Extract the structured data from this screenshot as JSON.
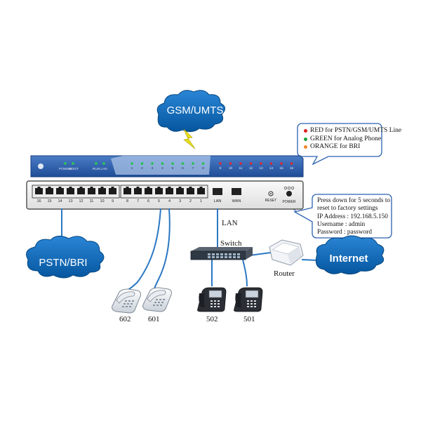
{
  "clouds": {
    "gsm": "GSM/UMTS",
    "pstn": "PSTN/BRI",
    "internet": "Internet"
  },
  "legend": [
    {
      "color": "#e02020",
      "text": "RED for PSTN/GSM/UMTS Line"
    },
    {
      "color": "#18a43a",
      "text": "GREEN for Analog Phone"
    },
    {
      "color": "#ef8a2a",
      "text": "ORANGE for BRI"
    }
  ],
  "reset_info": [
    "Press down for 5 seconds to",
    "reset to factory settings",
    "IP Address : 192.168.5.150",
    "Username : admin",
    "Password : password"
  ],
  "device": {
    "port_numbers": [
      "16",
      "15",
      "14",
      "13",
      "12",
      "11",
      "10",
      "9",
      "8",
      "7",
      "6",
      "5",
      "4",
      "3",
      "2",
      "1"
    ],
    "lan_label": "LAN",
    "wan_label": "WAN",
    "reset_label": "RESET",
    "power_label": "POWER",
    "led_group_labels": [
      "POWER",
      "BOOT",
      "RUN",
      "LAN"
    ],
    "green_led_numbers": [
      "1",
      "2",
      "3",
      "4",
      "5",
      "6",
      "7",
      "8"
    ],
    "red_led_numbers": [
      "9",
      "10",
      "11",
      "12",
      "13",
      "14",
      "15",
      "16"
    ]
  },
  "labels": {
    "lan": "LAN",
    "switch": "Switch",
    "router": "Router"
  },
  "phones": {
    "analog": [
      "602",
      "601"
    ],
    "ip": [
      "502",
      "501"
    ]
  },
  "colors": {
    "cloud_blue": "#0a63b3",
    "device_blue": "#2a5aa8",
    "cable_blue": "#2b78c4"
  }
}
